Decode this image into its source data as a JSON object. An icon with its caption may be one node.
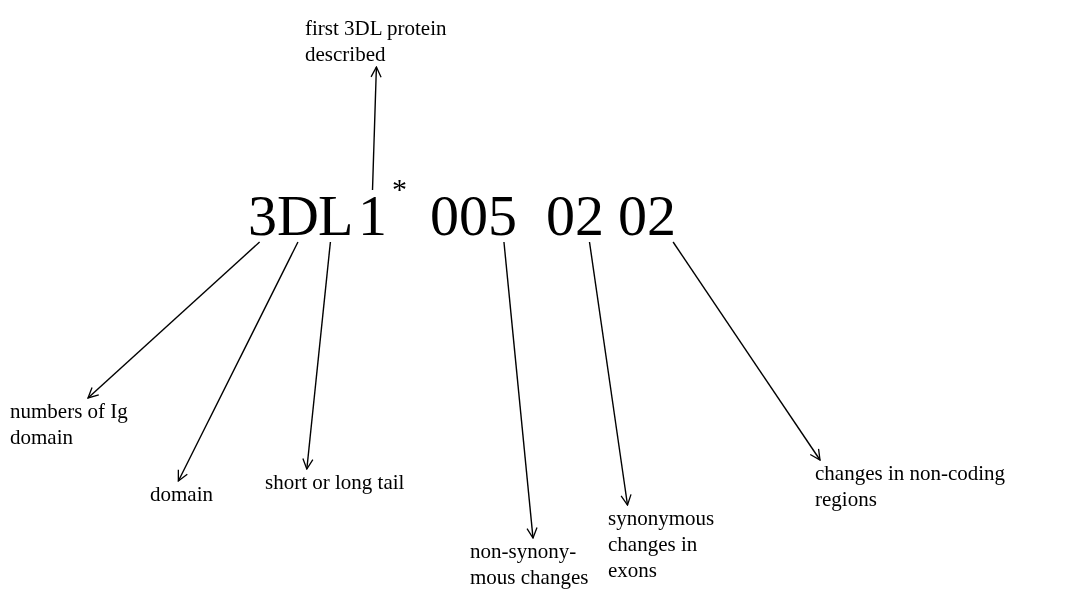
{
  "diagram": {
    "nodes": [
      {
        "text": [
          "first 3DL protein described"
        ]
      },
      {
        "text": [
          "3"
        ]
      },
      {
        "text": [
          "D"
        ]
      },
      {
        "text": [
          "L"
        ]
      },
      {
        "text": [
          "1"
        ]
      },
      {
        "text": [
          "005"
        ]
      },
      {
        "text": [
          "02"
        ]
      },
      {
        "text": [
          "02"
        ]
      },
      {
        "text": [
          "numbers of Ig domain"
        ]
      },
      {
        "text": [
          "domain"
        ]
      },
      {
        "text": [
          "short or long tail"
        ]
      },
      {
        "text": [
          "non-synony- mous changes"
        ]
      },
      {
        "text": [
          "synonymous changes in exons"
        ]
      },
      {
        "text": [
          "changes in non-coding regions"
        ]
      }
    ],
    "edges": [
      {
        "from": 4,
        "to": 0,
        "arrow": "to"
      },
      {
        "from": 1,
        "to": 8,
        "arrow": "to"
      },
      {
        "from": 2,
        "to": 9,
        "arrow": "to"
      },
      {
        "from": 3,
        "to": 10,
        "arrow": "to"
      },
      {
        "from": 5,
        "to": 11,
        "arrow": "to"
      },
      {
        "from": 6,
        "to": 12,
        "arrow": "to"
      },
      {
        "from": 7,
        "to": 13,
        "arrow": "to"
      }
    ],
    "labels": [
      "*"
    ]
  }
}
